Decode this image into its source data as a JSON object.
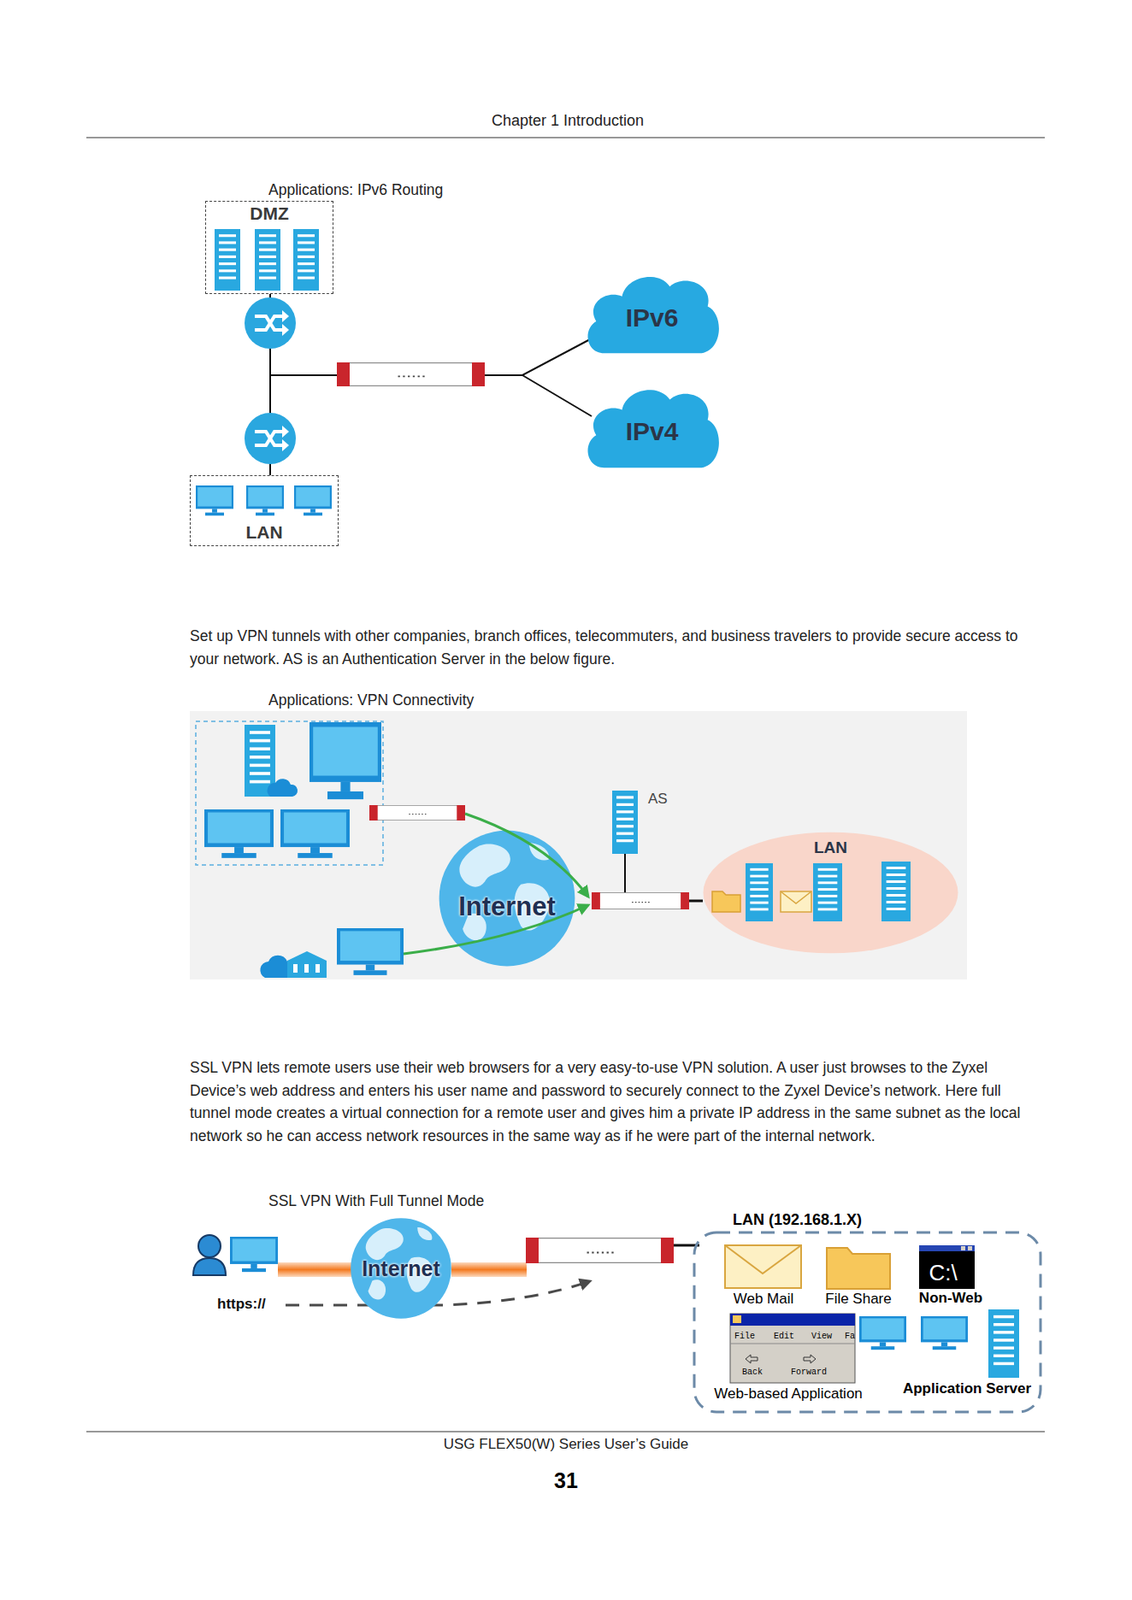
{
  "diagram": {
    "nodes": [
      {
        "text": [
          "DMZ"
        ]
      },
      {
        "text": [
          "IPv6"
        ]
      },
      {
        "text": [
          "IPv4"
        ]
      },
      {
        "text": [
          "LAN"
        ]
      },
      {
        "text": [
          "Internet"
        ]
      },
      {
        "text": [
          "LAN"
        ]
      },
      {
        "text": [
          "Internet"
        ]
      },
      {
        "text": [
          "LAN (192.168.1.X)"
        ]
      }
    ],
    "labels": [
      "Chapter 1 Introduction",
      "Applications: IPv6 Routing",
      "Set up VPN tunnels with other companies, branch offices, telecommuters, and business travelers to provide secure access to your network. AS is an Authentication Server in the below figure.",
      "Applications: VPN Connectivity",
      "AS",
      "SSL VPN lets remote users use their web browsers for a very easy-to-use VPN solution. A user just browses to the Zyxel Device’s web address and enters his user name and password to securely connect to the Zyxel Device’s network. Here full tunnel mode creates a virtual connection for a remote user and gives him a private IP address in the same subnet as the local network so he can access network resources in the same way as if he were part of the internal network.",
      "SSL VPN With Full Tunnel Mode",
      "https://",
      "Web Mail",
      "File Share",
      "C:\\",
      "Non-Web",
      "File",
      "Edit",
      "View",
      "Fa",
      "Back",
      "Forward",
      "Web-based Application",
      "Application Server",
      "USG FLEX50(W) Series User’s Guide",
      "31"
    ]
  }
}
